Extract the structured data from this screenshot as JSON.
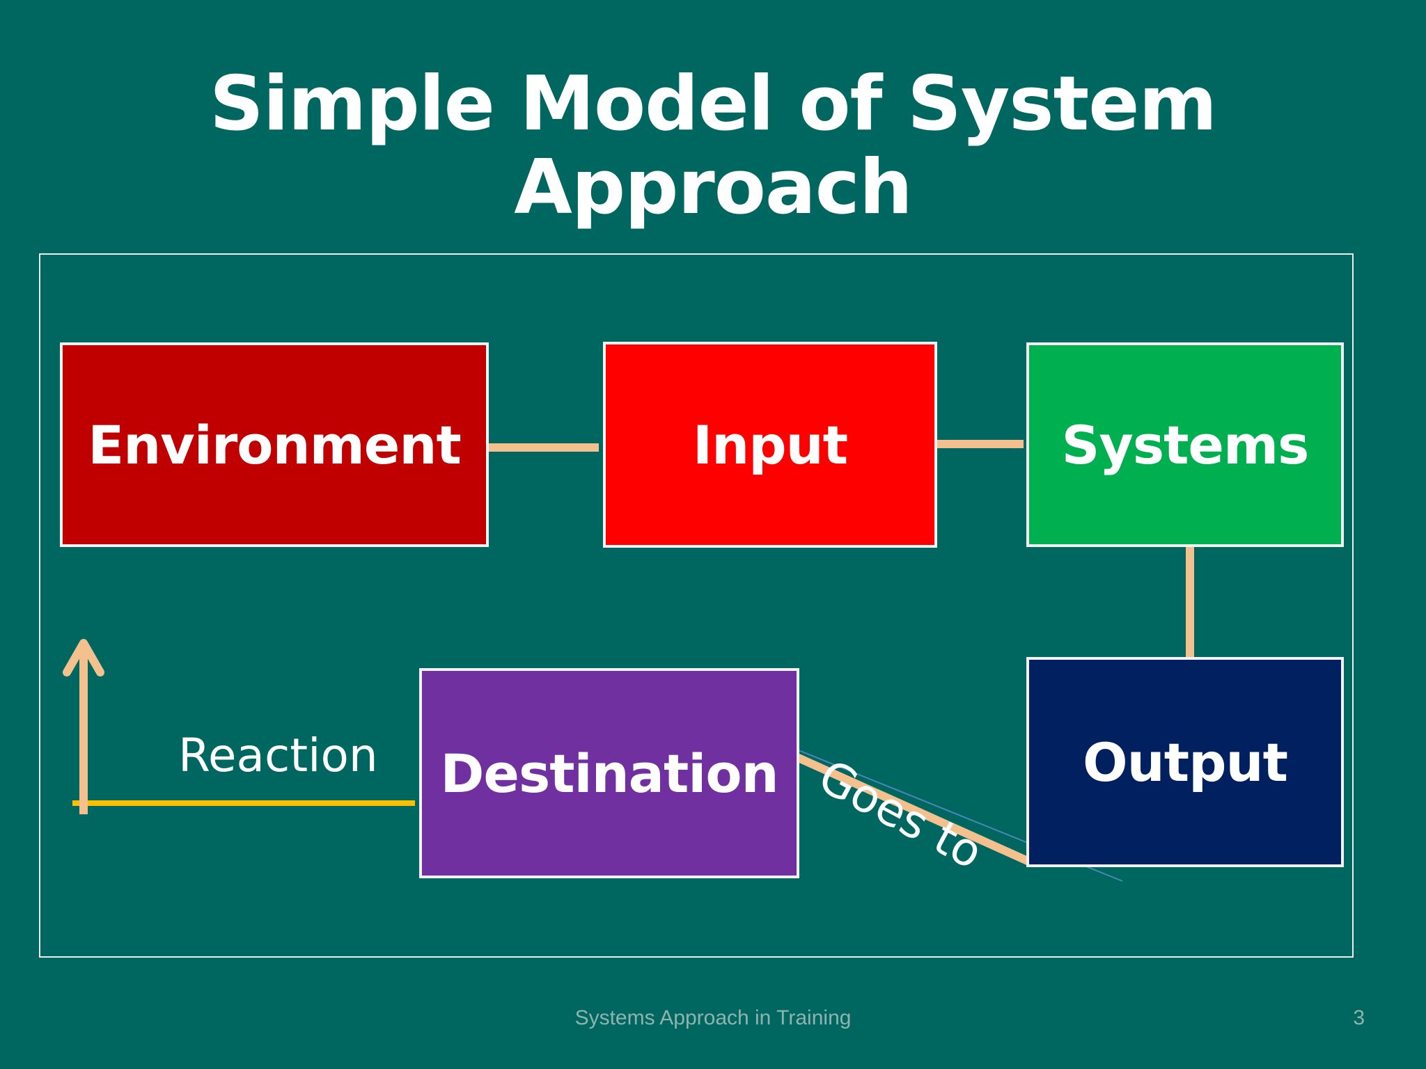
{
  "slide": {
    "title": "Simple Model of System Approach",
    "footer": "Systems Approach in Training",
    "page_number": "3"
  },
  "diagram": {
    "boxes": {
      "environment": {
        "label": "Environment",
        "color": "#c00000"
      },
      "input": {
        "label": "Input",
        "color": "#ff0000"
      },
      "systems": {
        "label": "Systems",
        "color": "#00b050"
      },
      "output": {
        "label": "Output",
        "color": "#002060"
      },
      "destination": {
        "label": "Destination",
        "color": "#7030a0"
      }
    },
    "labels": {
      "reaction": "Reaction",
      "goes_to": "Goes to"
    },
    "colors": {
      "background": "#006760",
      "connector": "#f4c08e",
      "reaction_line": "#ffc000",
      "border": "#f2f2f2"
    }
  }
}
